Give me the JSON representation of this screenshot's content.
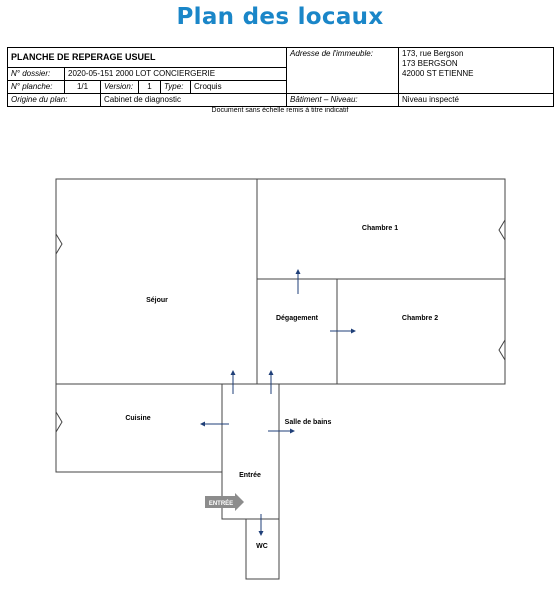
{
  "page": {
    "title": "Plan des locaux",
    "subtitle": "Document sans échelle remis à titre indicatif"
  },
  "header": {
    "doc_title": "PLANCHE DE REPERAGE USUEL",
    "dossier_label": "N° dossier:",
    "dossier_value": "2020-05-151  2000  LOT CONCIERGERIE",
    "planche_label": "N° planche:",
    "planche_value": "1/1",
    "version_label": "Version:",
    "version_value": "1",
    "type_label": "Type:",
    "type_value": "Croquis",
    "origine_label": "Origine du plan:",
    "origine_value": "Cabinet de diagnostic",
    "adresse_label": "Adresse de l'immeuble:",
    "adresse_lines": [
      "173,  rue Bergson",
      "173 BERGSON",
      "42000 ST ETIENNE"
    ],
    "batiment_label": "Bâtiment – Niveau:",
    "batiment_value": "Niveau inspecté"
  },
  "plan": {
    "rooms": {
      "sejour": "Séjour",
      "chambre1": "Chambre 1",
      "chambre2": "Chambre 2",
      "degagement": "Dégagement",
      "cuisine": "Cuisine",
      "salle_de_bains": "Salle de bains",
      "entree": "Entrée",
      "wc": "WC"
    },
    "entry_marker": "ENTRÉE",
    "colors": {
      "walls": "#444444",
      "arrows": "#1f3f78",
      "entry_marker": "#8c8c8c"
    }
  }
}
